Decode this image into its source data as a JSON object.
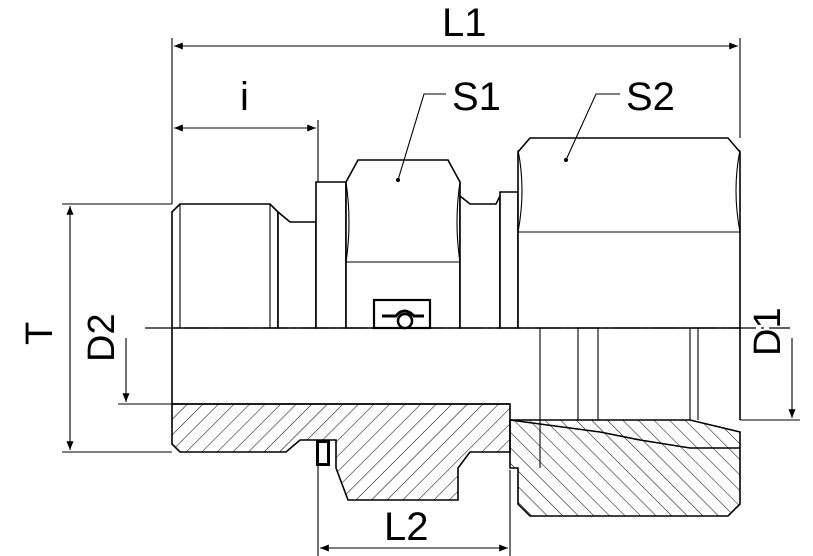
{
  "labels": {
    "L1": "L1",
    "i": "i",
    "S1": "S1",
    "S2": "S2",
    "T": "T",
    "D2": "D2",
    "D1": "D1",
    "L2": "L2"
  }
}
